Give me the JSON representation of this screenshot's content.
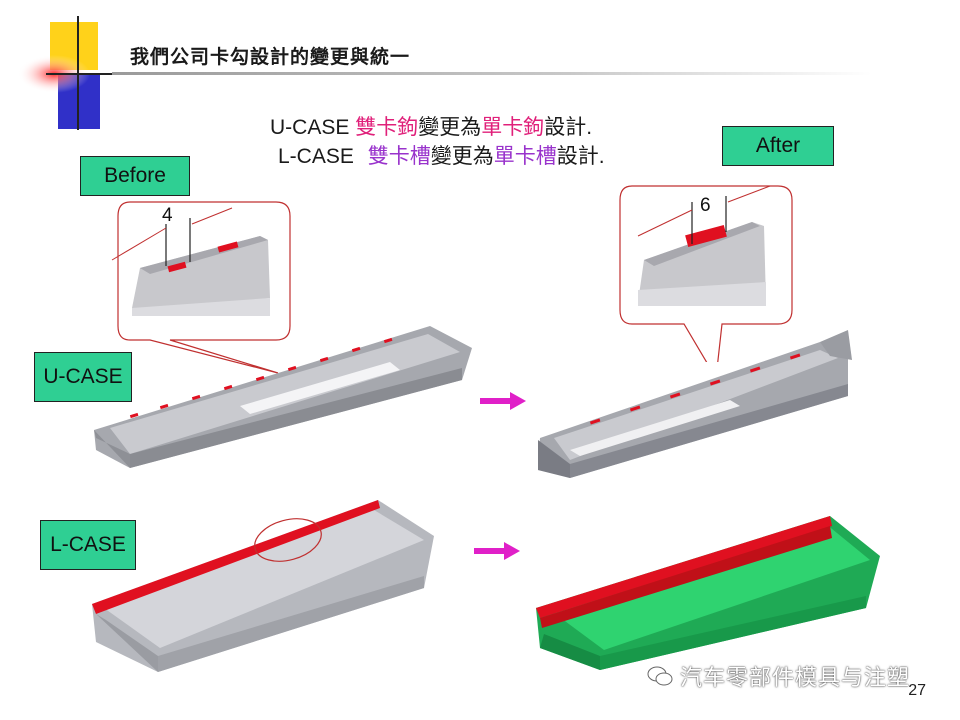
{
  "header": {
    "title": "我們公司卡勾設計的變更與統一"
  },
  "summary": {
    "line1": {
      "part": "U-CASE",
      "a": "雙卡鉤",
      "mid": "變更為",
      "b": "單卡鉤",
      "end": "設計."
    },
    "line2": {
      "part": "L-CASE",
      "a": "雙卡槽",
      "mid": "變更為",
      "b": "單卡槽",
      "end": "設計."
    }
  },
  "labels": {
    "before": "Before",
    "after": "After",
    "ucase": "U-CASE",
    "lcase": "L-CASE",
    "dim_before": "4",
    "dim_after": "6"
  },
  "footer": {
    "page_number": "27",
    "watermark": "汽车零部件模具与注塑"
  },
  "colors": {
    "accent_label_bg": "#2fcf93",
    "arrow": "#e020c8",
    "clip_red": "#e01020",
    "lcase_after_green": "#22bb66"
  }
}
